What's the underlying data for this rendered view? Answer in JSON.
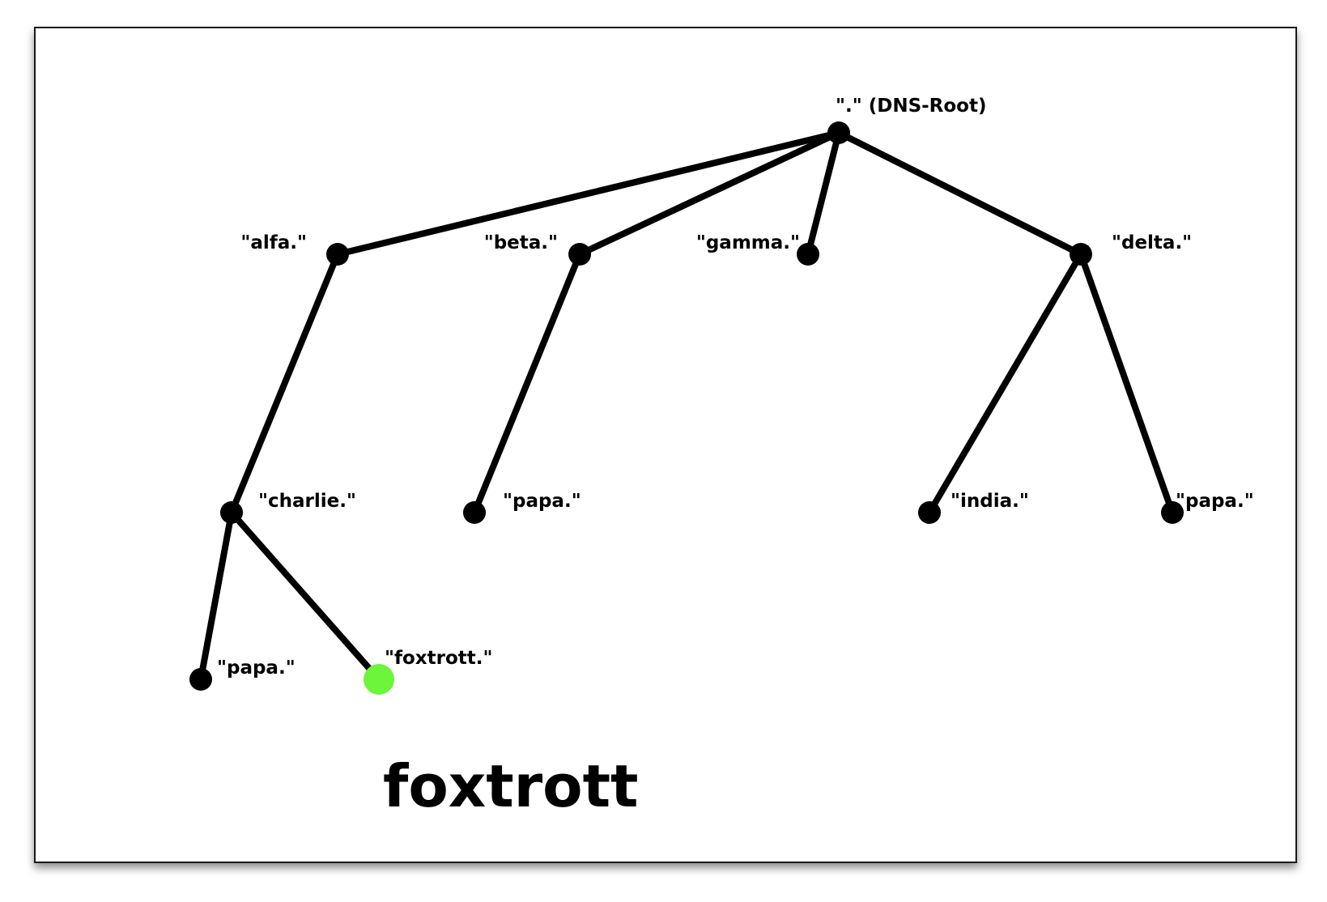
{
  "diagram": {
    "colors": {
      "line": "#000000",
      "node": "#000000",
      "highlight": "#6cf53a"
    },
    "nodes": [
      {
        "id": "root",
        "label": "\".\" (DNS-Root)"
      },
      {
        "id": "alfa",
        "label": "\"alfa.\""
      },
      {
        "id": "beta",
        "label": "\"beta.\""
      },
      {
        "id": "gamma",
        "label": "\"gamma.\""
      },
      {
        "id": "delta",
        "label": "\"delta.\""
      },
      {
        "id": "charlie",
        "label": "\"charlie.\""
      },
      {
        "id": "papa-beta",
        "label": "\"papa.\""
      },
      {
        "id": "india",
        "label": "\"india.\""
      },
      {
        "id": "papa-delta",
        "label": "\"papa.\""
      },
      {
        "id": "papa-charlie",
        "label": "\"papa.\""
      },
      {
        "id": "foxtrott",
        "label": "\"foxtrott.\"",
        "highlighted": true
      }
    ],
    "edges": [
      [
        "root",
        "alfa"
      ],
      [
        "root",
        "beta"
      ],
      [
        "root",
        "gamma"
      ],
      [
        "root",
        "delta"
      ],
      [
        "alfa",
        "charlie"
      ],
      [
        "beta",
        "papa-beta"
      ],
      [
        "delta",
        "india"
      ],
      [
        "delta",
        "papa-delta"
      ],
      [
        "charlie",
        "papa-charlie"
      ],
      [
        "charlie",
        "foxtrott"
      ]
    ],
    "answer": "foxtrott"
  }
}
